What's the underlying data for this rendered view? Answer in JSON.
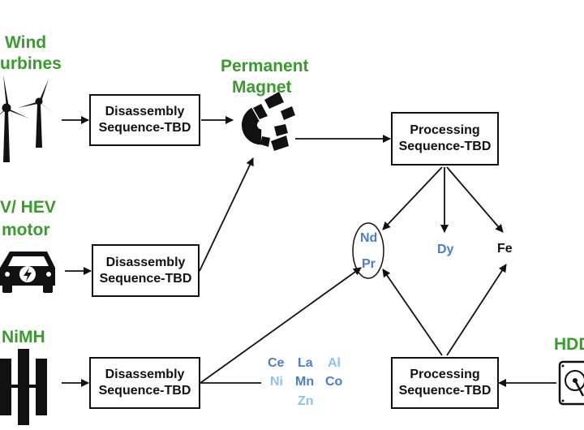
{
  "sources": {
    "wind": {
      "line1": "Wind",
      "line2": "urbines",
      "icon": "wind-turbine-icon"
    },
    "ev": {
      "line1": "V/ HEV",
      "line2": "motor",
      "icon": "electric-car-icon"
    },
    "nimh": {
      "line1": "NiMH",
      "icon": "battery-icon"
    },
    "hdd": {
      "line1": "HDD",
      "icon": "hard-drive-icon"
    }
  },
  "magnet": {
    "line1": "Permanent",
    "line2": "Magnet",
    "icon": "magnet-icon"
  },
  "boxes": {
    "disassembly_1": {
      "line1": "Disassembly",
      "line2": "Sequence-TBD"
    },
    "disassembly_2": {
      "line1": "Disassembly",
      "line2": "Sequence-TBD"
    },
    "disassembly_3": {
      "line1": "Disassembly",
      "line2": "Sequence-TBD"
    },
    "processing_1": {
      "line1": "Processing",
      "line2": "Sequence-TBD"
    },
    "processing_2": {
      "line1": "Processing",
      "line2": "Sequence-TBD"
    }
  },
  "elements": {
    "nd": "Nd",
    "pr": "Pr",
    "dy": "Dy",
    "fe": "Fe",
    "ce": "Ce",
    "la": "La",
    "al": "Al",
    "ni": "Ni",
    "mn": "Mn",
    "co": "Co",
    "zn": "Zn"
  },
  "colors": {
    "label_green": "#3a9a2e",
    "element_blue": "#4a7fc1",
    "element_light_blue": "#8ec3e8",
    "line": "#111111"
  }
}
